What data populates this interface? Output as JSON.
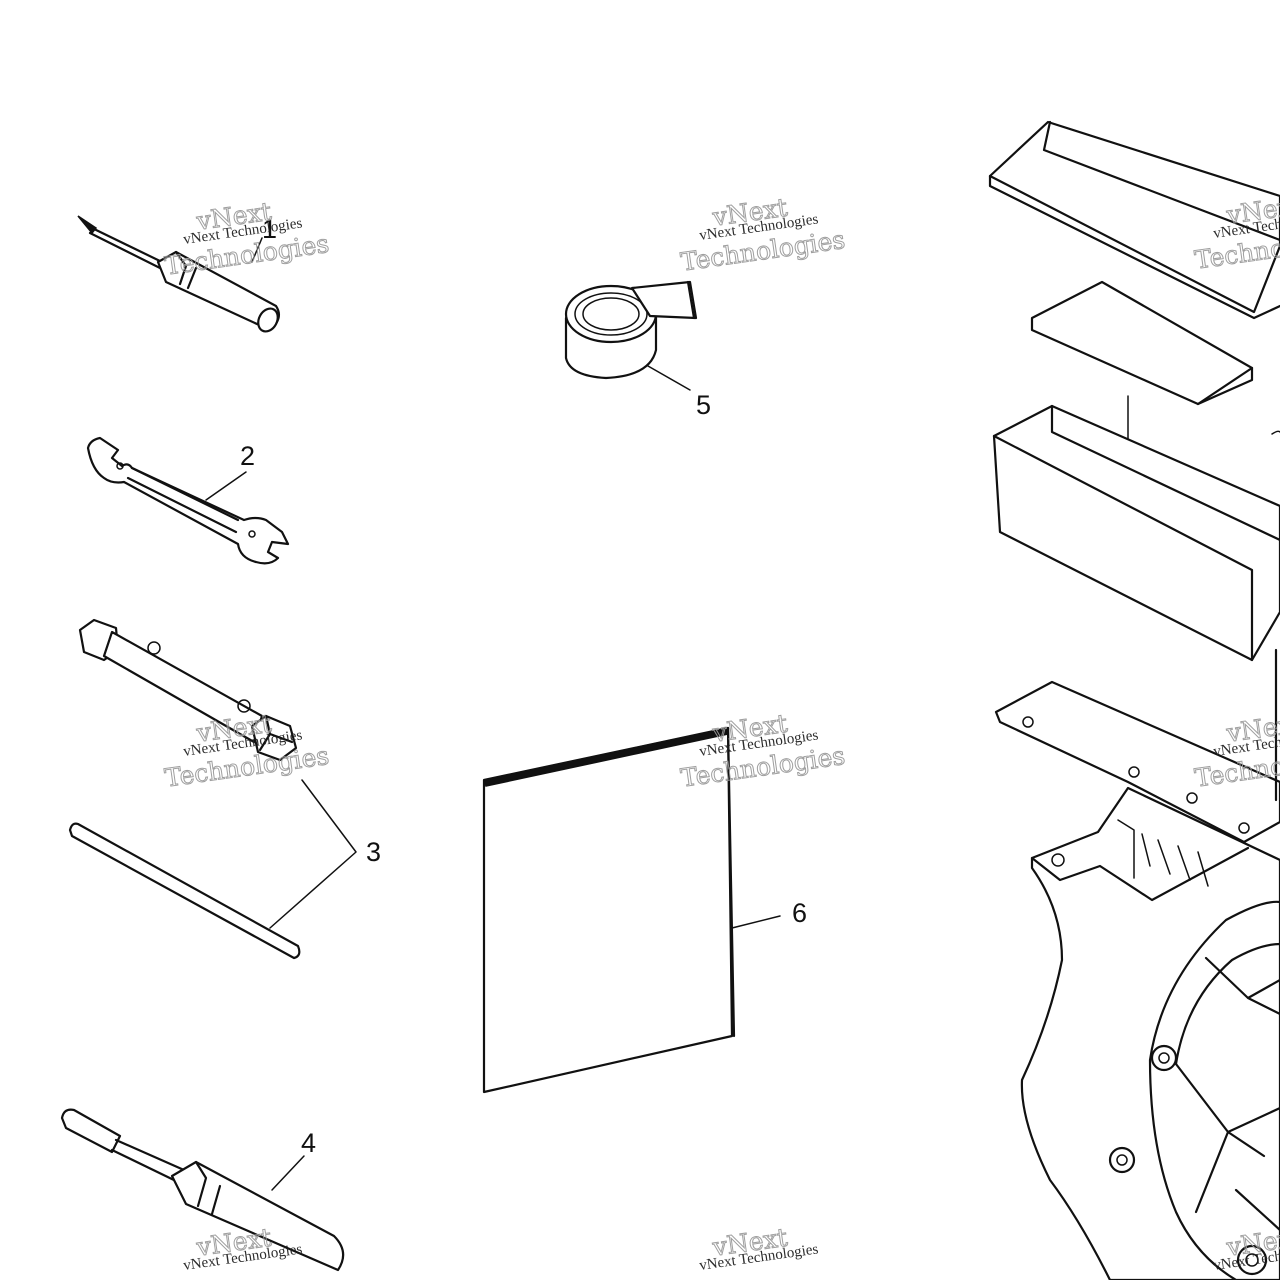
{
  "callouts": {
    "c1": "1",
    "c2": "2",
    "c3": "3",
    "c4": "4",
    "c5": "5",
    "c6": "6"
  },
  "watermark": {
    "line1": "vNext Technologies",
    "line2": "Technologies",
    "logo": "vNext"
  },
  "parts": [
    {
      "callout": "1",
      "icon": "small-screwdriver-icon"
    },
    {
      "callout": "2",
      "icon": "open-end-wrench-icon"
    },
    {
      "callout": "3",
      "icon": "spark-plug-socket-wrench-icon"
    },
    {
      "callout": "4",
      "icon": "screwdriver-icon"
    },
    {
      "callout": "5",
      "icon": "tape-roll-icon"
    },
    {
      "callout": "6",
      "icon": "owners-manual-icon"
    }
  ],
  "colors": {
    "line": "#111111",
    "background": "#ffffff",
    "watermark": "#9a9a9a"
  }
}
